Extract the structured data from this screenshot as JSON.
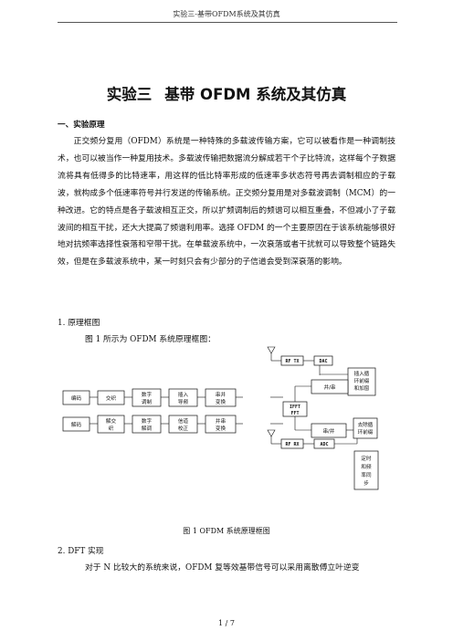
{
  "header": {
    "text": "实验三-基带OFDM系统及其仿真"
  },
  "title": {
    "part1": "实验三",
    "part2": "基带 OFDM 系统及其仿真"
  },
  "section1": {
    "heading": "一、实验原理",
    "paragraph": "正交频分复用（OFDM）系统是一种特殊的多载波传输方案，它可以被看作是一种调制技术，也可以被当作一种复用技术。多载波传输把数据流分解成若干个子比特流，这样每个子数据流将具有低得多的比特速率，用这样的低比特率形成的低速率多状态符号再去调制相应的子载波，就构成多个低速率符号并行发送的传输系统。正交频分复用是对多载波调制（MCM）的一种改进。它的特点是各子载波相互正交，所以扩频调制后的频谱可以相互重叠，不但减小了子载波间的相互干扰，还大大提高了频谱利用率。选择 OFDM 的一个主要原因在于该系统能够很好地对抗频率选择性衰落和窄带干扰。在单载波系统中，一次衰落或者干扰就可以导致整个链路失效，但是在多载波系统中，某一时刻只会有少部分的子信道会受到深衰落的影响。"
  },
  "item1": {
    "label": "1.   原理框图",
    "line": "图 1 所示为 OFDM 系统原理框图："
  },
  "diagram": {
    "rf_tx": "RF TX",
    "dac": "DAC",
    "rf_rx": "RF RX",
    "adc": "ADC",
    "encode": "编码",
    "interleave": "交织",
    "digital_mod": [
      "数字",
      "调制"
    ],
    "insert_pilot": [
      "插入",
      "导频"
    ],
    "serial_parallel": [
      "串并",
      "变换"
    ],
    "ifft_fft": [
      "IFFT",
      "FFT"
    ],
    "parallel_serial_top": "并/串",
    "insert_cp": [
      "插入循",
      "环前缀",
      "和加窗"
    ],
    "decode": "解码",
    "deinterleave": [
      "解交",
      "织"
    ],
    "digital_demod": [
      "数字",
      "解调"
    ],
    "channel_correct": [
      "信道",
      "校正"
    ],
    "parallel_serial_conv": [
      "并串",
      "变换"
    ],
    "serial_parallel_bottom": "串/并",
    "remove_cp": [
      "去除循",
      "环前缀"
    ],
    "sync": [
      "定时",
      "和频",
      "率同",
      "步"
    ]
  },
  "caption": "图 1 OFDM 系统原理框图",
  "item2": {
    "label": "2.   DFT 实现",
    "line": "对于 N 比较大的系统来说，OFDM 复等效基带信号可以采用离散傅立叶逆变"
  },
  "footer": {
    "page": "1  /  7"
  }
}
